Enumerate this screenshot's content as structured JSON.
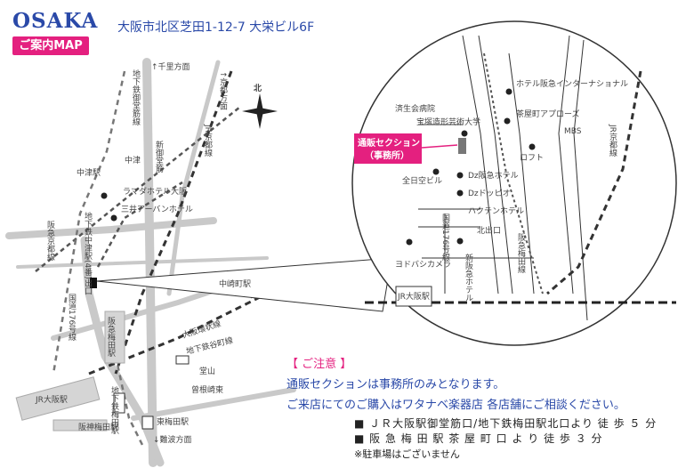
{
  "header": {
    "title": "OSAKA",
    "map_badge": "ご案内MAP",
    "address": "大阪市北区芝田1-12-7 大栄ビル6F"
  },
  "compass": {
    "north": "北"
  },
  "map_labels": {
    "senri": "↑千里方面",
    "kyoto": "↑京都方面",
    "midosuji": "地下鉄御堂筋線",
    "jr_kyoto_line": "JR京都線",
    "shin_midosuji": "新御堂筋",
    "nakatsu_station": "中津駅",
    "nakatsu": "中津",
    "ramada": "ラマダホテル大阪",
    "mitsui": "三井アーバンホテル",
    "subway_exit": "地下鉄中津駅(4番)出口",
    "hankyu_kyoto": "阪急京都線",
    "route176": "国道176号線",
    "hankyu_umeda": "阪急梅田駅",
    "nakazakicho": "中崎町駅",
    "osaka_loop": "大阪環状線",
    "tanimachi": "地下鉄谷町線",
    "doyama": "堂山",
    "sonezaki": "曾根崎東",
    "jr_osaka": "JR大阪駅",
    "hanshin_umeda": "阪神梅田駅",
    "subway_umeda": "地下鉄梅田駅",
    "higashi_umeda": "東梅田駅",
    "namba": "↓難波方面"
  },
  "inset_labels": {
    "hotel_hankyu": "ホテル阪急インターナショナル",
    "chayamachi": "茶屋町アプローズ",
    "mbs": "MBS",
    "loft": "ロフト",
    "saiseikai": "済生会病院",
    "takarazuka": "宝塚造形芸術大学",
    "zennikku": "全日空ビル",
    "d_hotel": "Dz阪急ホテル",
    "d_plaza": "Dzドッピオ",
    "d_hotel2": "ハクテンホテル",
    "kitadeguchi": "北出口",
    "route176": "国道176号線",
    "shin_hankyu_hotel": "新阪急ホテル",
    "yodobashi": "ヨドバシカメラ",
    "jr_kyoto_line": "JR京都線",
    "hankyu_line": "阪急梅田線",
    "jr_osaka_station": "JR大阪駅",
    "callout_line1": "通販セクション",
    "callout_line2": "（事務所）"
  },
  "notice": {
    "title": "【 ご注意 】",
    "line1": "通販セクションは事務所のみとなります。",
    "line2": "ご来店にてのご購入はワタナベ楽器店 各店舗にご相談ください。"
  },
  "access": {
    "line1": "■ ＪＲ大阪駅御堂筋口/地下鉄梅田駅北口より 徒 歩 ５ 分",
    "line2": "■ 阪 急 梅 田 駅 茶 屋 町 口 よ り 徒 歩 ３ 分",
    "parking": "※駐車場はございません"
  },
  "colors": {
    "brand_blue": "#2a49a8",
    "accent_pink": "#e4207f",
    "road_gray": "#c9c9c9",
    "rail_dark": "#333333"
  }
}
